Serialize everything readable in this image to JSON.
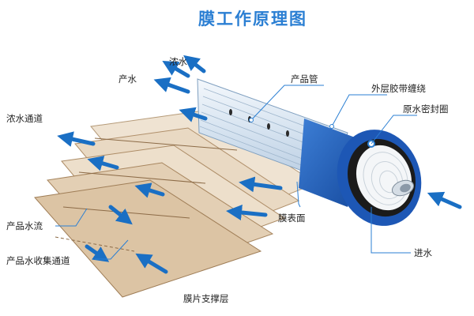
{
  "title": "膜工作原理图",
  "labels": {
    "product_water": "产水",
    "concentrate": "浓水",
    "concentrate_channel": "浓水通道",
    "product_tube": "产品管",
    "outer_wrap": "外层胶带缠绕",
    "brine_seal": "原水密封圈",
    "membrane_surface": "膜表面",
    "feed_water": "进水",
    "product_flow": "产品水流",
    "product_collection_channel": "产品水收集通道",
    "membrane_support": "膜片支撑层"
  },
  "colors": {
    "title": "#2b7fd3",
    "arrow": "#1a6fc4",
    "leader": "#2b7fd3",
    "seal_blue": "#1f5fbf",
    "sheet_tan": "#e7d5bd",
    "tube_tint": "#dfe9f3"
  }
}
